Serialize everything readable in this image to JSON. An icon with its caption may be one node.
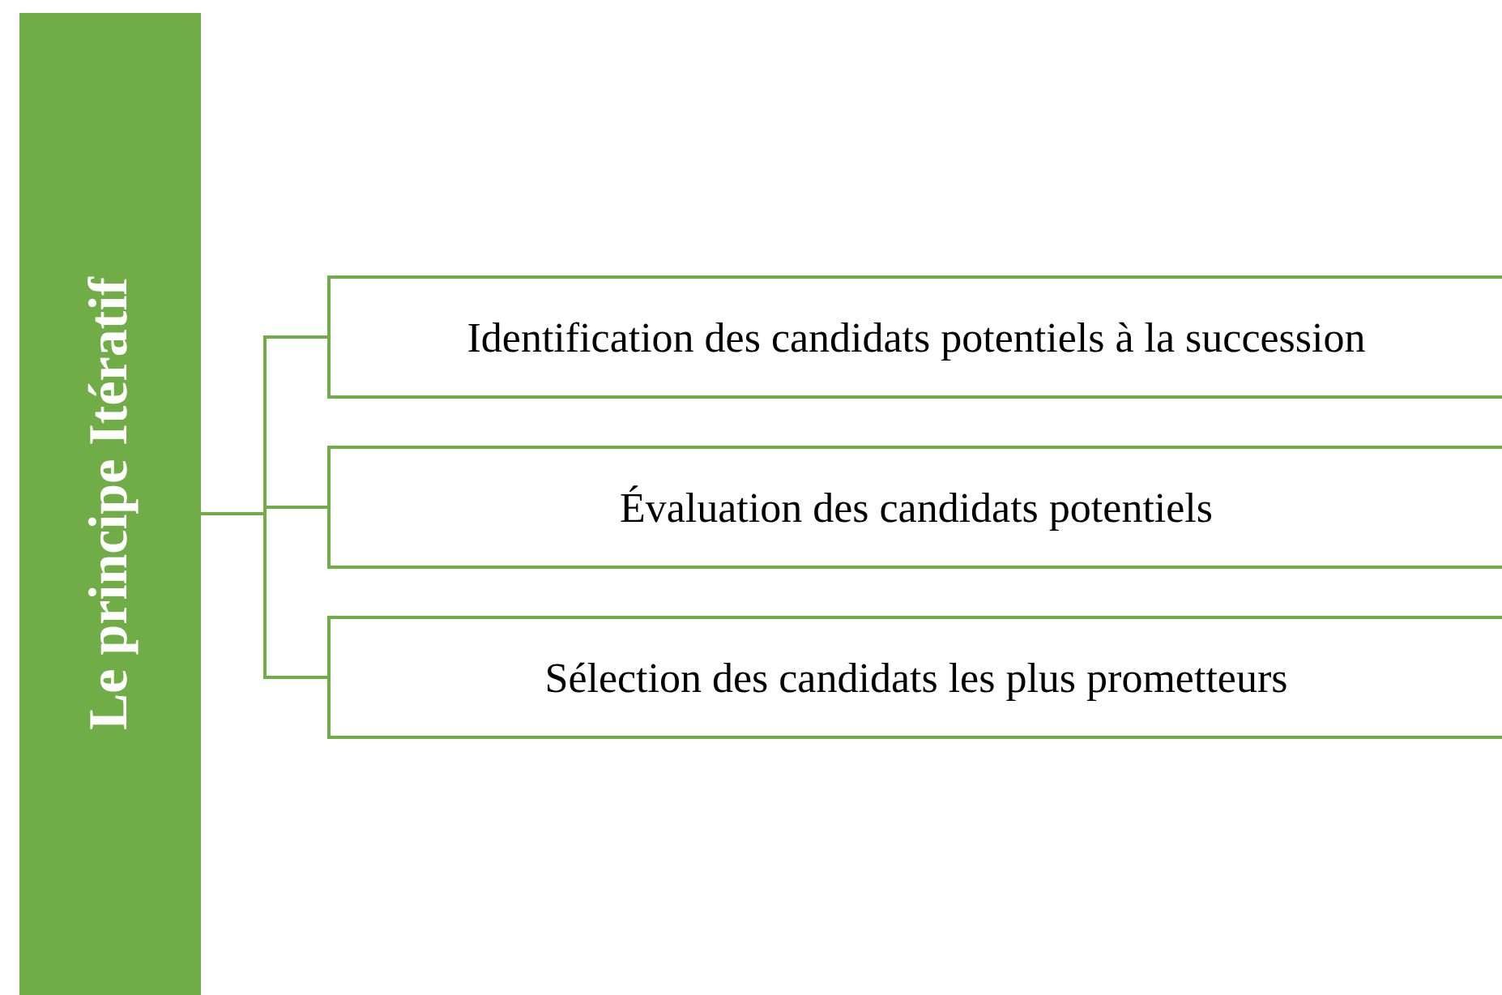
{
  "diagram": {
    "nodes": [
      {
        "text": [
          "Le principe Itératif"
        ]
      },
      {
        "text": [
          "Identification des candidats potentiels à la succession"
        ]
      },
      {
        "text": [
          "Évaluation des candidats potentiels"
        ]
      },
      {
        "text": [
          "Sélection des candidats les plus prometteurs"
        ]
      }
    ],
    "edges": [
      {
        "from": 0,
        "to": 1,
        "arrow": "none"
      },
      {
        "from": 0,
        "to": 2,
        "arrow": "none"
      },
      {
        "from": 0,
        "to": 3,
        "arrow": "none"
      }
    ]
  }
}
